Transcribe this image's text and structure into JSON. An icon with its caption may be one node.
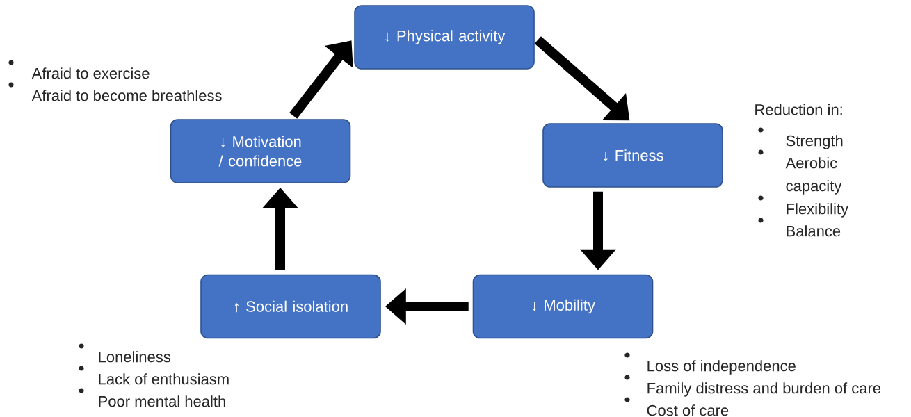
{
  "diagram": {
    "nodes": [
      {
        "text": [
          "↓ Physical activity"
        ]
      },
      {
        "text": [
          "↓ Fitness"
        ],
        "beside": [
          "Reduction in:",
          "Strength",
          "Aerobic capacity",
          "Flexibility",
          "Balance"
        ]
      },
      {
        "text": [
          "↓ Mobility"
        ],
        "beside": [
          "Loss of independence",
          "Family distress and burden of care",
          "Cost of care"
        ]
      },
      {
        "text": [
          "↑ Social isolation"
        ],
        "beside": [
          "Loneliness",
          "Lack of enthusiasm",
          "Poor mental health"
        ]
      },
      {
        "text": [
          "↓ Motivation / confidence"
        ],
        "beside": [
          "Afraid to exercise",
          "Afraid to become breathless"
        ]
      }
    ],
    "edges": [
      {
        "from": 0,
        "to": 1,
        "arrow": "to"
      },
      {
        "from": 1,
        "to": 2,
        "arrow": "to"
      },
      {
        "from": 2,
        "to": 3,
        "arrow": "to"
      },
      {
        "from": 3,
        "to": 4,
        "arrow": "to"
      },
      {
        "from": 4,
        "to": 0,
        "arrow": "to"
      }
    ]
  }
}
